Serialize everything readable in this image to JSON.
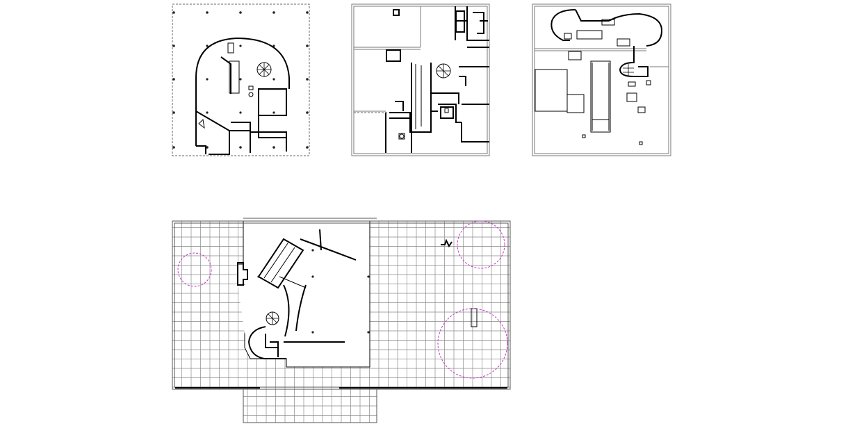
{
  "drawing": {
    "kind": "architectural-floor-plans",
    "panels": [
      {
        "id": "plan-ground-floor"
      },
      {
        "id": "plan-first-floor"
      },
      {
        "id": "plan-roof-terrace"
      },
      {
        "id": "plan-site-terrace-grid"
      }
    ]
  },
  "colors": {
    "line": "#000000",
    "outline": "#555555",
    "grid": "#8a8a8a",
    "tree": "#cc33cc",
    "background": "#ffffff"
  },
  "site_plan": {
    "grid_cells_per_row": 36,
    "tree_markers": 3
  }
}
